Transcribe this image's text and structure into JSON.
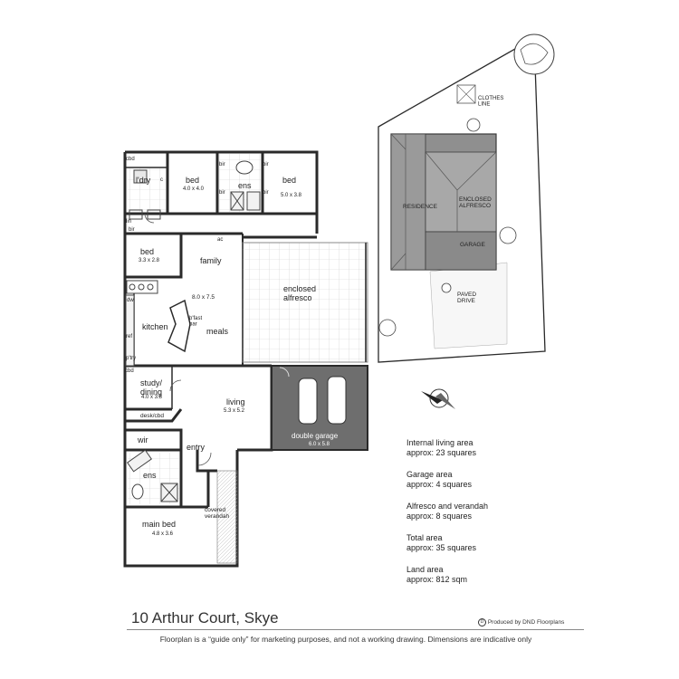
{
  "rooms": {
    "cbd_top": "cbd",
    "laundry": "l'dry",
    "laundry_c": "c",
    "bed1": "bed",
    "bed1_dim": "4.0 x 4.0",
    "bir_a": "bir",
    "ens1": "ens",
    "bir_b": "bir",
    "bed2": "bed",
    "bed2_dim": "5.0 x 3.8",
    "bir_c": "bir",
    "bir_d": "bir",
    "lin": "lin",
    "bir_e": "bir",
    "ac": "ac",
    "bed3": "bed",
    "bed3_dim": "3.3 x 2.8",
    "family": "family",
    "family_dim": "8.0 x 7.5",
    "dw": "dw",
    "kitchen": "kitchen",
    "bfast_bar": "b'fast\nbar",
    "meals": "meals",
    "ref": "ref",
    "ptry": "p'try",
    "cbd_mid": "cbd",
    "alfresco": "enclosed\nalfresco",
    "study": "study/\ndining",
    "study_dim": "4.0 x 3.8",
    "living": "living",
    "living_dim": "5.3 x 5.2",
    "garage": "double garage",
    "garage_dim": "6.0 x 5.8",
    "desk": "desk/cbd",
    "wir": "wir",
    "entry": "entry",
    "ens2": "ens",
    "verandah": "covered\nverandah",
    "main_bed": "main bed",
    "main_bed_dim": "4.8 x 3.6"
  },
  "site": {
    "clothes_line": "CLOTHES\nLINE",
    "residence": "RESIDENCE",
    "enclosed_alfresco": "ENCLOSED\nALFRESCO",
    "garage": "GARAGE",
    "paved_drive": "PAVED\nDRIVE"
  },
  "areas": [
    {
      "label": "Internal living area",
      "value": "approx: 23 squares"
    },
    {
      "label": "Garage area",
      "value": "approx: 4 squares"
    },
    {
      "label": "Alfresco and verandah",
      "value": "approx: 8 squares"
    },
    {
      "label": "Total area",
      "value": "approx: 35 squares"
    },
    {
      "label": "Land area",
      "value": "approx: 812 sqm"
    }
  ],
  "footer": {
    "address": "10 Arthur Court, Skye",
    "credit": "Produced by DND Floorplans",
    "credit_mark": "D",
    "disclaimer": "Floorplan is a  “guide only” for marketing purposes, and not a working drawing.  Dimensions are indicative only"
  },
  "colors": {
    "wall": "#2a2a2a",
    "garage_fill": "#6e6e6e",
    "wet_fill": "#c9c9c9",
    "grid": "#bdbdbd",
    "roof": "#8a8a8a"
  }
}
